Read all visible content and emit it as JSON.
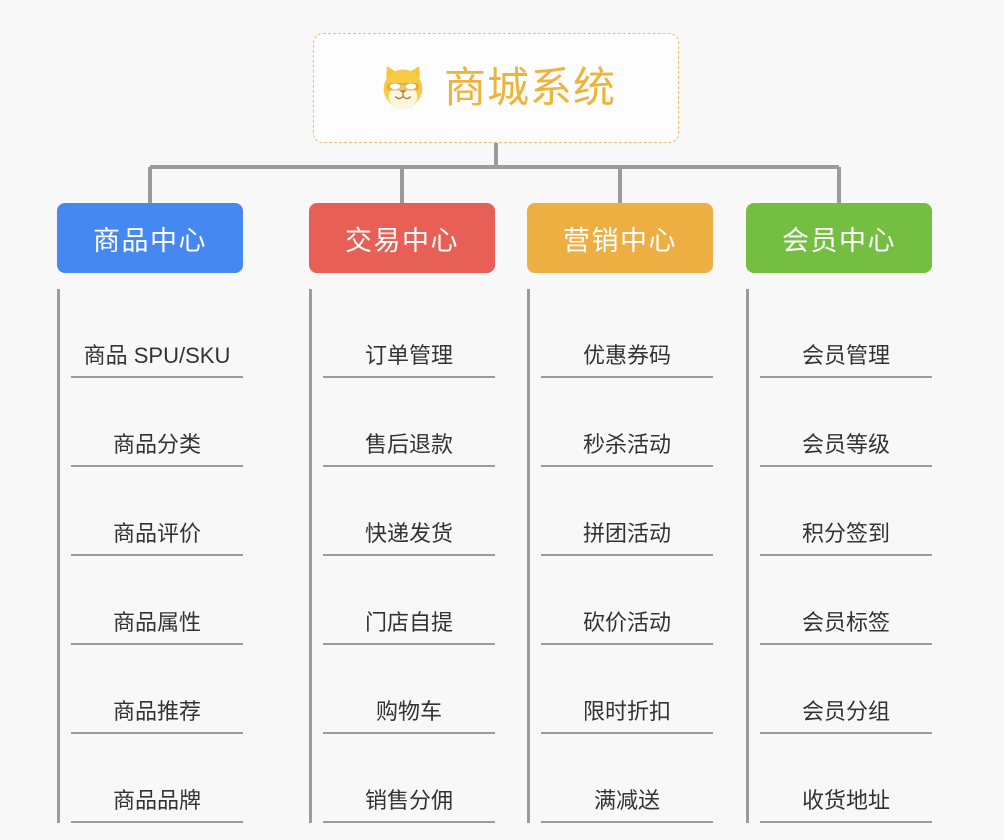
{
  "diagram": {
    "type": "org-chart",
    "background_color": "#f8f8f8",
    "root": {
      "title": "商城系统",
      "icon": "dog-face-emoji",
      "border_color": "#eebd69",
      "text_color": "#edb33c"
    },
    "connector_color": "#9b9b9b",
    "branches": [
      {
        "label": "商品中心",
        "color": "#4688f1",
        "items": [
          "商品 SPU/SKU",
          "商品分类",
          "商品评价",
          "商品属性",
          "商品推荐",
          "商品品牌"
        ]
      },
      {
        "label": "交易中心",
        "color": "#e85f56",
        "items": [
          "订单管理",
          "售后退款",
          "快递发货",
          "门店自提",
          "购物车",
          "销售分佣"
        ]
      },
      {
        "label": "营销中心",
        "color": "#edae42",
        "items": [
          "优惠券码",
          "秒杀活动",
          "拼团活动",
          "砍价活动",
          "限时折扣",
          "满减送"
        ]
      },
      {
        "label": "会员中心",
        "color": "#74be42",
        "items": [
          "会员管理",
          "会员等级",
          "积分签到",
          "会员标签",
          "会员分组",
          "收货地址"
        ]
      }
    ]
  }
}
